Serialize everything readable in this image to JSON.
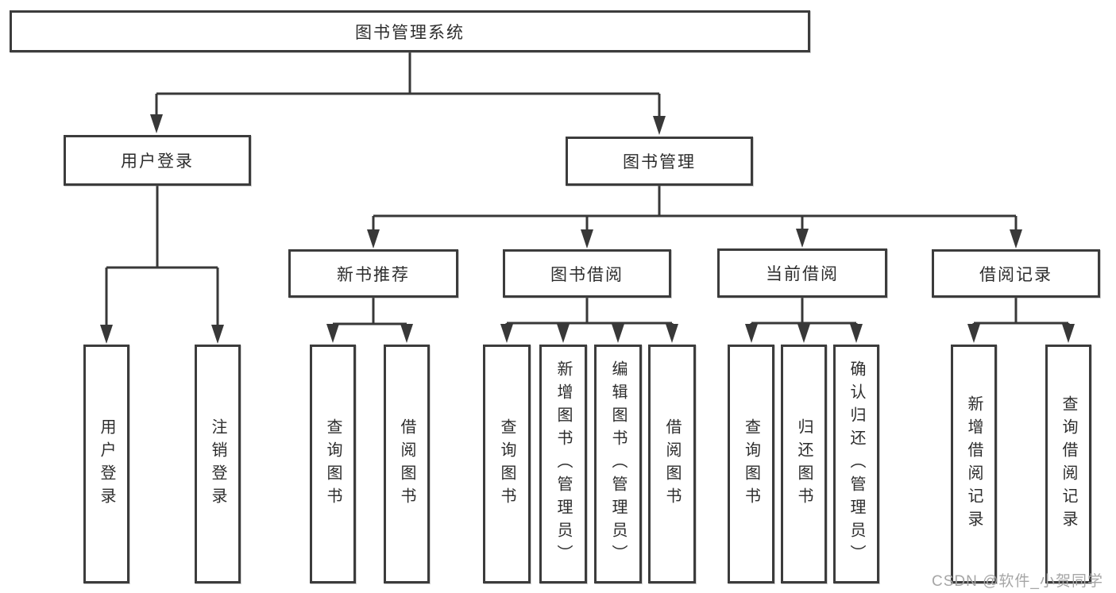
{
  "diagram": {
    "type": "hierarchy-tree",
    "tree": {
      "root": {
        "label": "图书管理系统"
      },
      "branches": [
        {
          "label": "用户登录",
          "children": [
            {
              "label": "用户登录"
            },
            {
              "label": "注销登录"
            }
          ]
        },
        {
          "label": "图书管理",
          "sections": [
            {
              "label": "新书推荐",
              "children": [
                {
                  "label": "查询图书"
                },
                {
                  "label": "借阅图书"
                }
              ]
            },
            {
              "label": "图书借阅",
              "children": [
                {
                  "label": "查询图书"
                },
                {
                  "label": "新增图书（管理员）"
                },
                {
                  "label": "编辑图书（管理员）"
                },
                {
                  "label": "借阅图书"
                }
              ]
            },
            {
              "label": "当前借阅",
              "children": [
                {
                  "label": "查询图书"
                },
                {
                  "label": "归还图书"
                },
                {
                  "label": "确认归还（管理员）"
                }
              ]
            },
            {
              "label": "借阅记录",
              "children": [
                {
                  "label": "新增借阅记录"
                },
                {
                  "label": "查询借阅记录"
                }
              ]
            }
          ]
        }
      ]
    }
  },
  "watermark": "CSDN @软件_小贺同学",
  "colors": {
    "line": "#383838",
    "border": "#3c3c3c",
    "text": "#2d2d2d",
    "watermark": "#a6a6a6",
    "background": "#ffffff"
  }
}
